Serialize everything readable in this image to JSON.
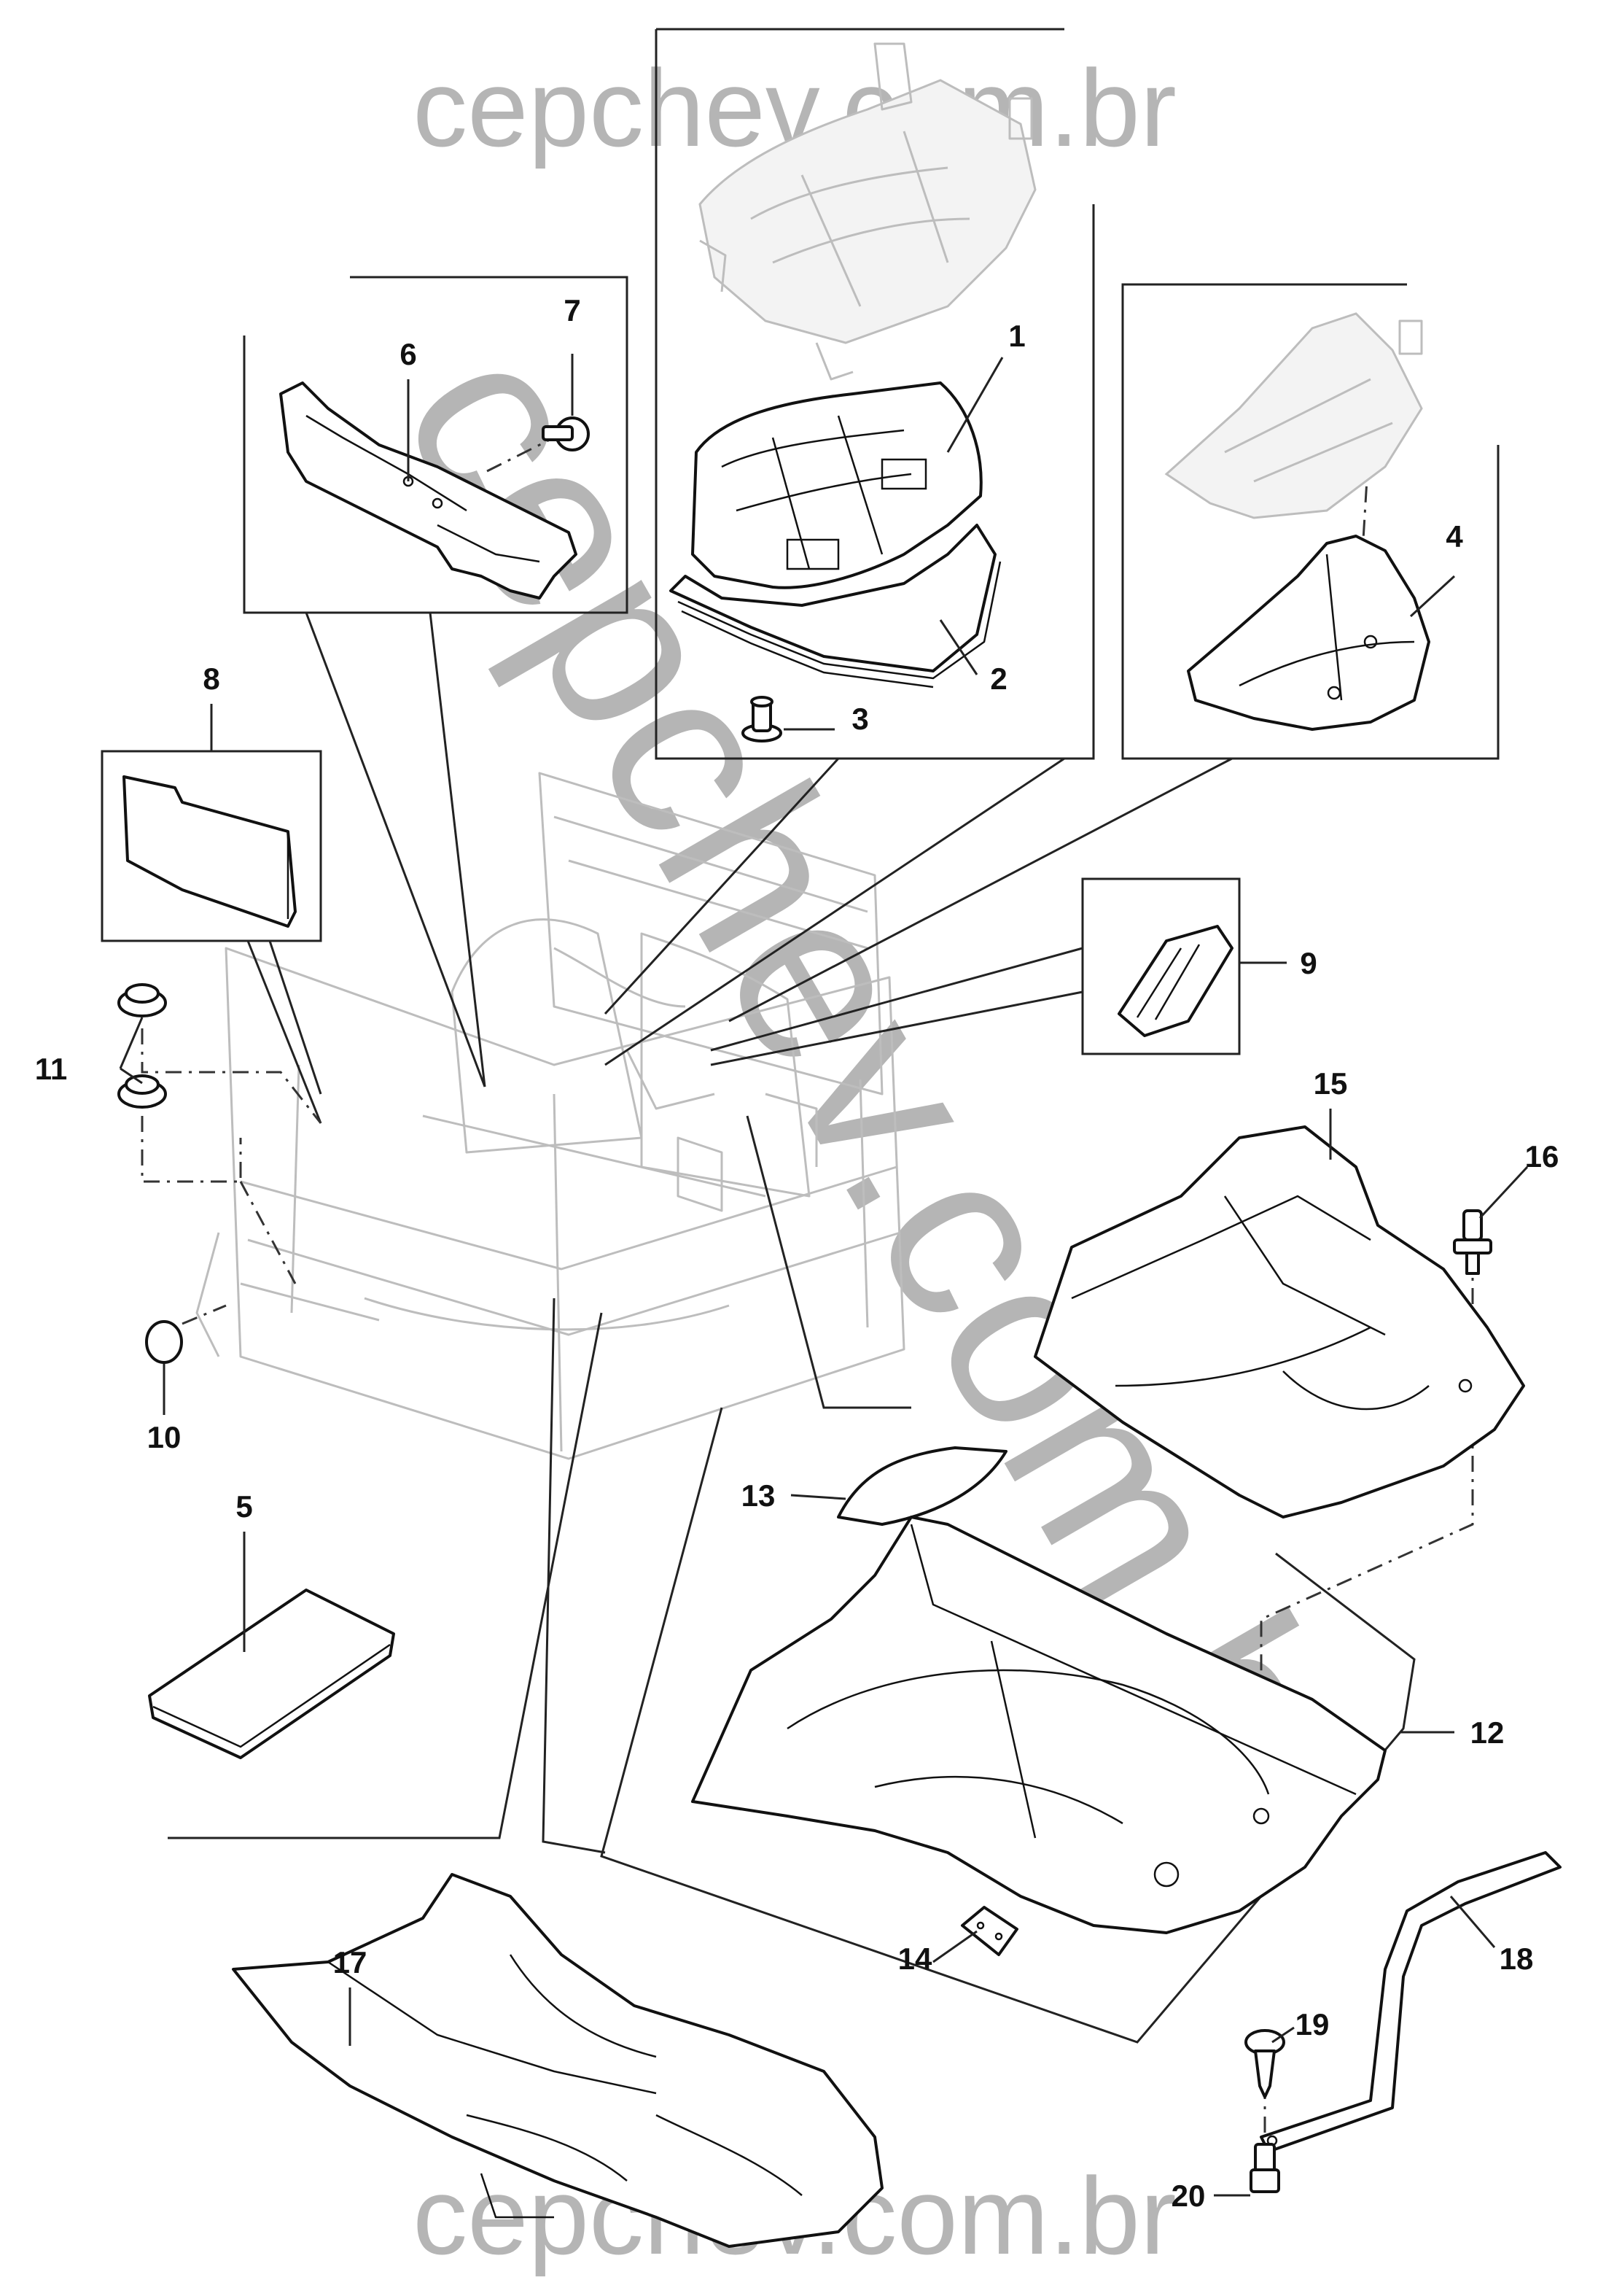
{
  "watermark": {
    "top": "cepchev.com.br",
    "diagonal": "cepchev.com.br",
    "bottom": "cepchev.com.br",
    "color": "#b5b5b5"
  },
  "callouts": [
    {
      "id": "1",
      "text": "1"
    },
    {
      "id": "2",
      "text": "2"
    },
    {
      "id": "3",
      "text": "3"
    },
    {
      "id": "4",
      "text": "4"
    },
    {
      "id": "5",
      "text": "5"
    },
    {
      "id": "6",
      "text": "6"
    },
    {
      "id": "7",
      "text": "7"
    },
    {
      "id": "8",
      "text": "8"
    },
    {
      "id": "9",
      "text": "9"
    },
    {
      "id": "10",
      "text": "10"
    },
    {
      "id": "11",
      "text": "11"
    },
    {
      "id": "12",
      "text": "12"
    },
    {
      "id": "13",
      "text": "13"
    },
    {
      "id": "14",
      "text": "14"
    },
    {
      "id": "15",
      "text": "15"
    },
    {
      "id": "16",
      "text": "16"
    },
    {
      "id": "17",
      "text": "17"
    },
    {
      "id": "18",
      "text": "18"
    },
    {
      "id": "19",
      "text": "19"
    },
    {
      "id": "20",
      "text": "20"
    }
  ]
}
